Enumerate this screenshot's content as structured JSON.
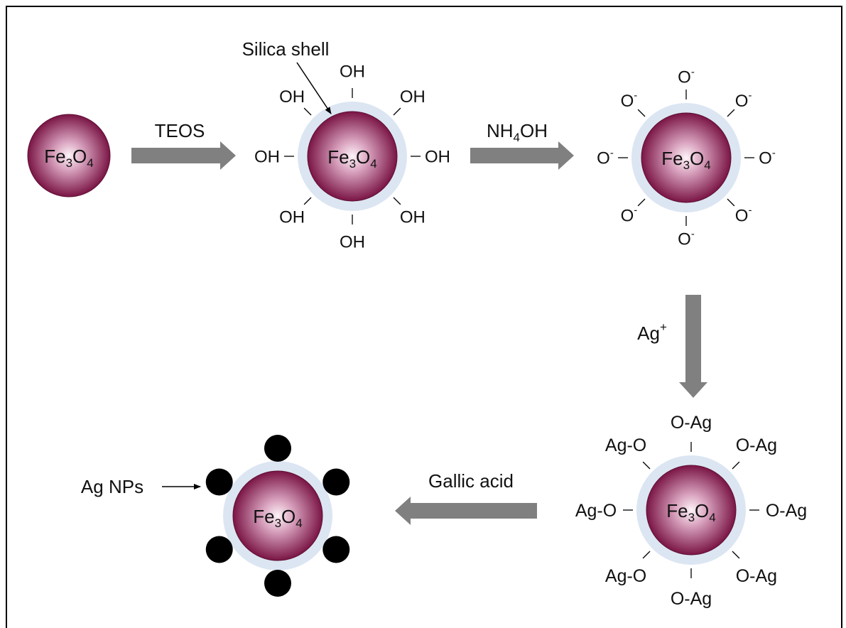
{
  "core_label": {
    "base": "Fe",
    "sub1": "3",
    "mid": "O",
    "sub2": "4"
  },
  "particle1": {
    "core": "Fe3O4"
  },
  "step_teos": {
    "reagent": "TEOS"
  },
  "particle2": {
    "callout": "Silica shell",
    "groups": [
      "OH",
      "OH",
      "OH",
      "OH",
      "OH",
      "OH",
      "OH",
      "OH"
    ]
  },
  "step_nh4oh": {
    "reagent": {
      "base": "NH",
      "sub": "4",
      "tail": "OH"
    }
  },
  "particle3": {
    "groups": [
      {
        "base": "O",
        "sup": "-"
      },
      {
        "base": "O",
        "sup": "-"
      },
      {
        "base": "O",
        "sup": "-"
      },
      {
        "base": "O",
        "sup": "-"
      },
      {
        "base": "O",
        "sup": "-"
      },
      {
        "base": "O",
        "sup": "-"
      },
      {
        "base": "O",
        "sup": "-"
      },
      {
        "base": "O",
        "sup": "-"
      }
    ]
  },
  "step_ag": {
    "reagent": {
      "base": "Ag",
      "sup": "+"
    }
  },
  "particle4": {
    "groups": [
      "O-Ag",
      "O-Ag",
      "O-Ag",
      "O-Ag",
      "O-Ag",
      "Ag-O",
      "Ag-O",
      "Ag-O"
    ]
  },
  "step_gallic": {
    "reagent": "Gallic acid"
  },
  "particle5": {
    "callout": "Ag NPs",
    "nanoparticle_count": 6
  },
  "colors": {
    "core_center": "#fdf3f7",
    "core_edge": "#7a1545",
    "shell": "#dce6f2",
    "arrow": "#808080",
    "nanoparticle": "#000000",
    "border": "#000000"
  }
}
